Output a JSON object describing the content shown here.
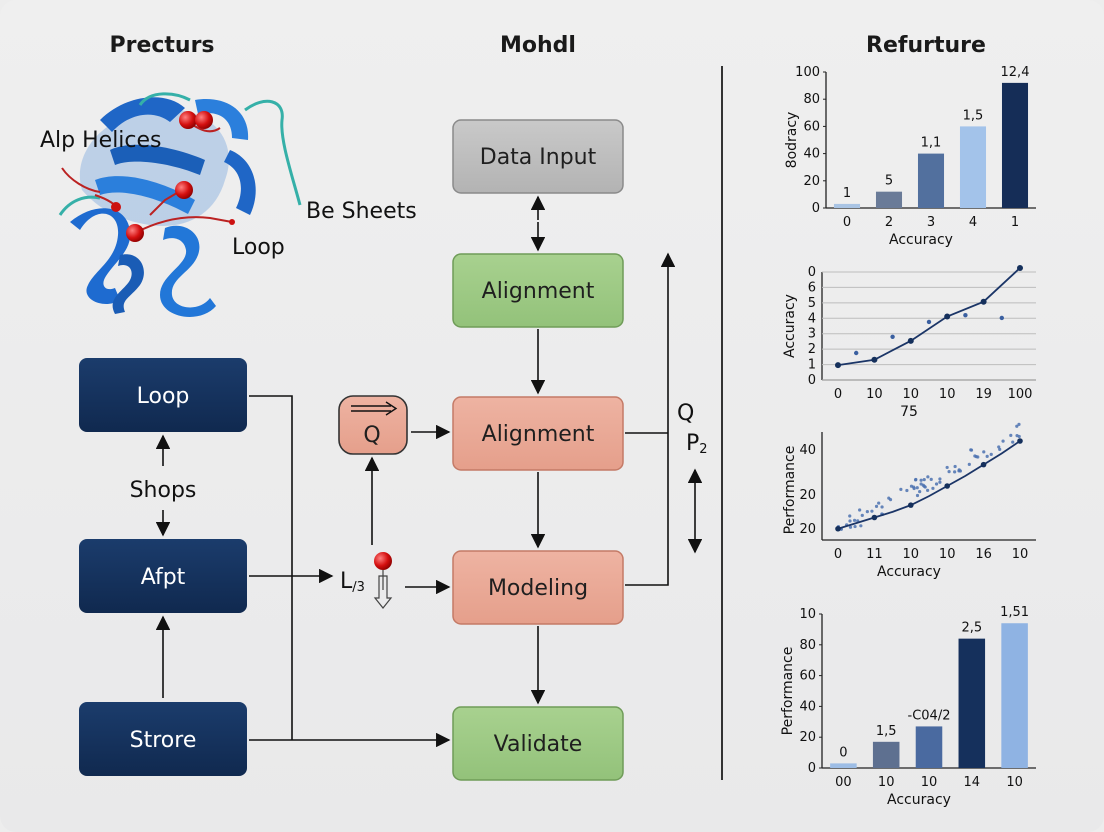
{
  "headers": {
    "left": "Precturs",
    "middle": "Mohdl",
    "right": "Refurture"
  },
  "protein_labels": {
    "helices": "Alp Helices",
    "sheets": "Be Sheets",
    "loop": "Loop"
  },
  "left_nodes": [
    {
      "label": "Loop"
    },
    {
      "label": "Afpt"
    },
    {
      "label": "Strore"
    }
  ],
  "left_mid_label": "Shops",
  "flow_nodes": [
    {
      "label": "Data Input",
      "kind": "gray"
    },
    {
      "label": "Alignment",
      "kind": "green"
    },
    {
      "label": "Alignment",
      "kind": "salmon"
    },
    {
      "label": "Modeling",
      "kind": "salmon"
    },
    {
      "label": "Validate",
      "kind": "green"
    }
  ],
  "side_labels": {
    "q_box": "Q",
    "lp": "L",
    "lp_sub": "/3",
    "q_right": "Q",
    "p_right": "P",
    "p_sub": "2"
  },
  "chart_data": [
    {
      "type": "bar",
      "categories": [
        "0",
        "2",
        "3",
        "4",
        "1"
      ],
      "values": [
        3,
        12,
        40,
        60,
        92
      ],
      "data_labels": [
        "1",
        "5",
        "1,1",
        "1,5",
        "12,4"
      ],
      "ylim": [
        0,
        100
      ],
      "yticks": [
        "0",
        "20",
        "40",
        "60",
        "80",
        "100"
      ],
      "ylabel": "8odracy",
      "xlabel": "Accuracy",
      "colors": [
        "#a9c4e4",
        "#6a7b98",
        "#52709e",
        "#a3c3ea",
        "#152d57"
      ]
    },
    {
      "type": "line",
      "categories": [
        "0",
        "10",
        "10",
        "10",
        "19",
        "100"
      ],
      "values": [
        1.1,
        1.5,
        2.9,
        4.7,
        5.8,
        8.3
      ],
      "scatter": [
        [
          0,
          2.0
        ],
        [
          1,
          3.2
        ],
        [
          2,
          4.3
        ],
        [
          3,
          4.8
        ],
        [
          4,
          4.6
        ]
      ],
      "ylim": [
        0,
        8
      ],
      "yticks": [
        "0",
        "1",
        "2",
        "3",
        "4",
        "5",
        "6",
        "0"
      ],
      "ylabel": "Accuracy",
      "xlabel": "75",
      "grid": true
    },
    {
      "type": "scatter",
      "categories": [
        "0",
        "11",
        "10",
        "10",
        "16",
        "10"
      ],
      "fit": [
        [
          0,
          5
        ],
        [
          0.5,
          7.5
        ],
        [
          1,
          10
        ],
        [
          1.5,
          12.5
        ],
        [
          2,
          15.5
        ],
        [
          2.5,
          19.5
        ],
        [
          3,
          24
        ],
        [
          3.5,
          28.5
        ],
        [
          4,
          33.5
        ],
        [
          4.5,
          38.5
        ],
        [
          5,
          44
        ]
      ],
      "ylim": [
        0,
        48
      ],
      "yticks": [
        "20",
        "20",
        "40"
      ],
      "ylabel": "Performance",
      "xlabel": "Accuracy"
    },
    {
      "type": "bar",
      "categories": [
        "00",
        "10",
        "10",
        "14",
        "10"
      ],
      "values": [
        3,
        17,
        27,
        84,
        94
      ],
      "data_labels": [
        "0",
        "1,5",
        "-C04/2",
        "2,5",
        "1,51"
      ],
      "ylim": [
        0,
        100
      ],
      "yticks": [
        "0",
        "20",
        "40",
        "60",
        "80",
        "10"
      ],
      "ylabel": "Performance",
      "xlabel": "Accuracy",
      "colors": [
        "#9dbde5",
        "#5e7090",
        "#4a6aa0",
        "#15305c",
        "#8fb3e3"
      ]
    }
  ]
}
